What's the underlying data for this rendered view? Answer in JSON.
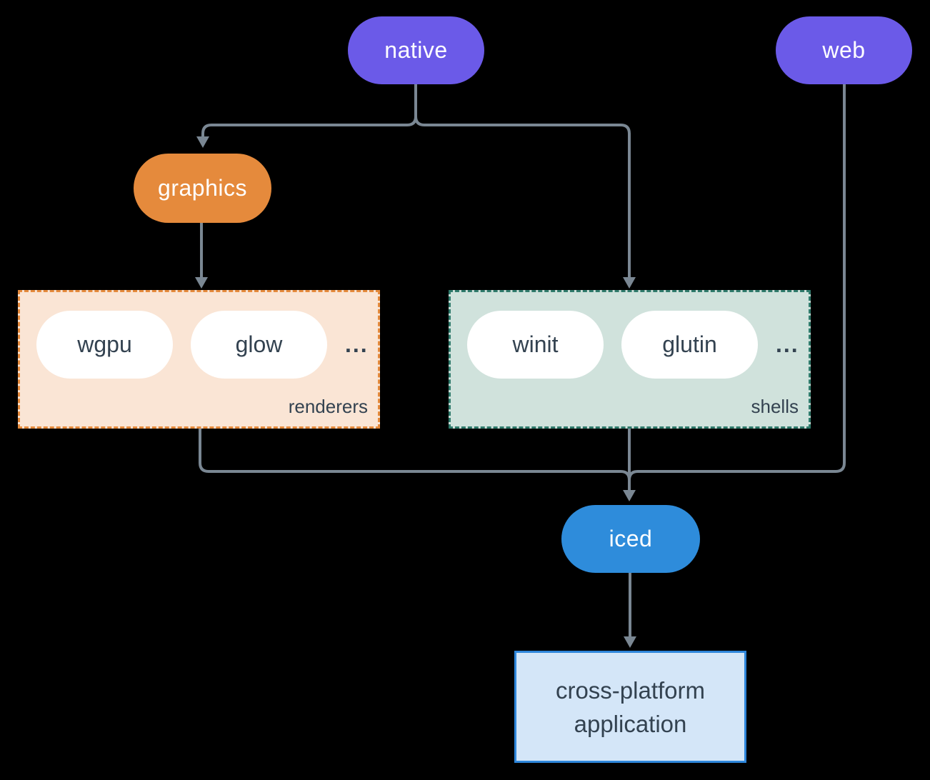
{
  "diagram": {
    "nodes": {
      "native": "native",
      "web": "web",
      "graphics": "graphics",
      "iced": "iced",
      "application": {
        "line1": "cross-platform",
        "line2": "application"
      }
    },
    "groups": {
      "renderers": {
        "label": "renderers",
        "items": [
          "wgpu",
          "glow"
        ],
        "more": "..."
      },
      "shells": {
        "label": "shells",
        "items": [
          "winit",
          "glutin"
        ],
        "more": "..."
      }
    },
    "colors": {
      "purple": "#6B5AE8",
      "orange": "#E58A3C",
      "blue": "#2E8CDB",
      "peach_fill": "#FAE5D5",
      "sage_fill": "#D0E2DC",
      "teal_border": "#2F7A6B",
      "lightblue_fill": "#D4E6F8",
      "blue_border": "#2E86DB",
      "line": "#7A8793",
      "text_dark": "#334250",
      "text_light": "#FFFFFF",
      "background": "#000000"
    }
  }
}
